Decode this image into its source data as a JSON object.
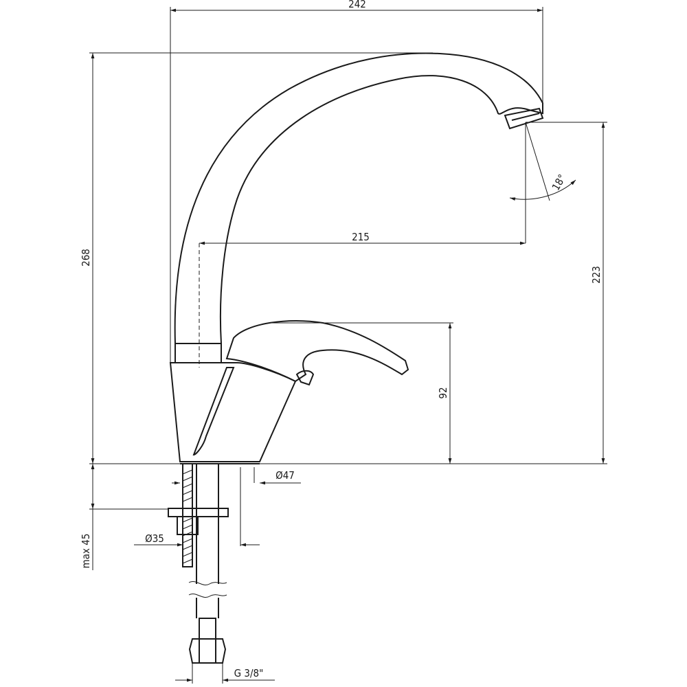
{
  "dimensions": {
    "overall_width": "242",
    "overall_height": "268",
    "spout_reach": "215",
    "spout_outlet_height": "223",
    "body_height": "92",
    "spray_angle": "18°",
    "base_diameter": "Ø47",
    "shank_diameter": "Ø35",
    "max_countertop_thickness": "max 45",
    "connection_thread": "G 3/8\""
  },
  "colors": {
    "line": "#1a1a1a",
    "background": "#ffffff"
  }
}
